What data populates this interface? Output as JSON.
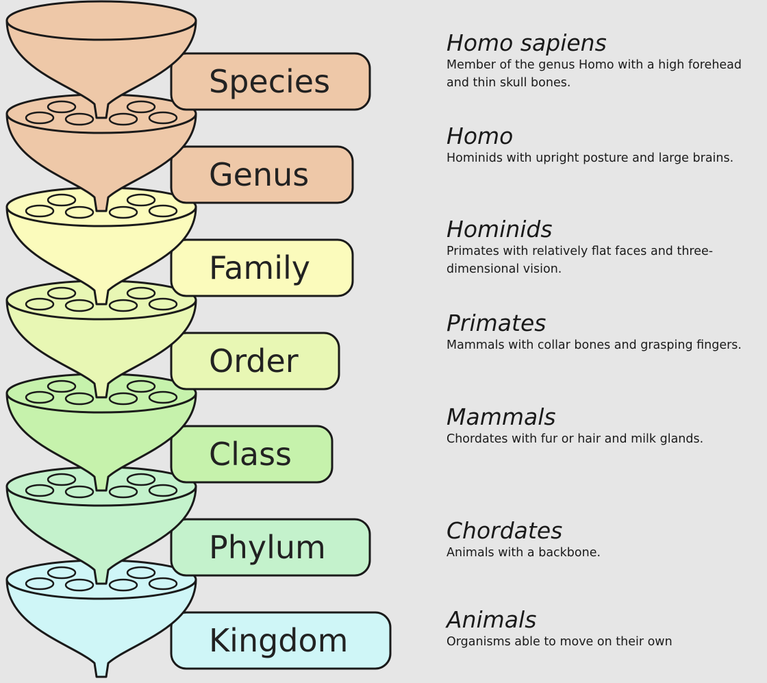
{
  "levels": [
    {
      "rank": "Species",
      "taxon": "Homo sapiens",
      "description": "Member of the genus Homo with a high forehead and thin skull bones.",
      "color": "#eec8a8"
    },
    {
      "rank": "Genus",
      "taxon": "Homo",
      "description": "Hominids with upright posture and large brains.",
      "color": "#eec8a8"
    },
    {
      "rank": "Family",
      "taxon": "Hominids",
      "description": "Primates with relatively flat faces and three-dimensional  vision.",
      "color": "#fbfbbc"
    },
    {
      "rank": "Order",
      "taxon": "Primates",
      "description": "Mammals with collar bones and grasping fingers.",
      "color": "#e8f7b4"
    },
    {
      "rank": "Class",
      "taxon": "Mammals",
      "description": "Chordates with fur or hair and milk glands.",
      "color": "#c6f2ac"
    },
    {
      "rank": "Phylum",
      "taxon": "Chordates",
      "description": "Animals with a backbone.",
      "color": "#c4f2cc"
    },
    {
      "rank": "Kingdom",
      "taxon": "Animals",
      "description": "Organisms able to move on their own",
      "color": "#cff6f7"
    }
  ],
  "colors": {
    "background": "#e6e6e6",
    "outline": "#1a1a1a",
    "text": "#1a1a1a"
  }
}
